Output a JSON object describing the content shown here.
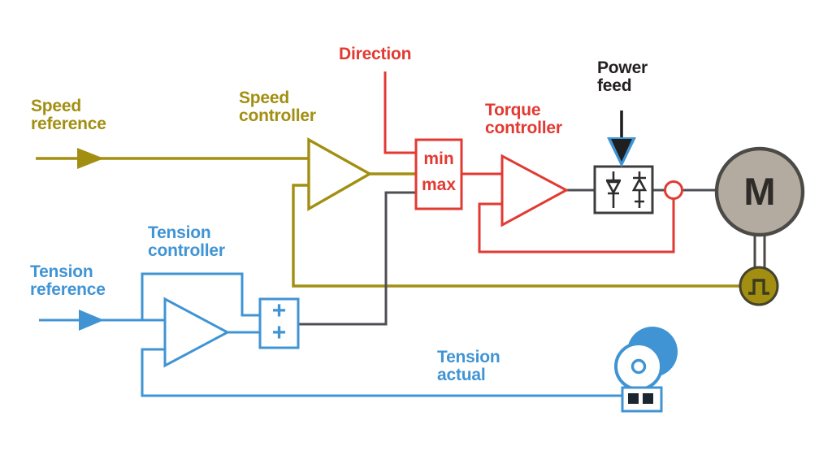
{
  "diagram": {
    "labels": {
      "speed_reference": "Speed\nreference",
      "speed_controller": "Speed\ncontroller",
      "direction": "Direction",
      "min": "min",
      "max": "max",
      "torque_controller": "Torque\ncontroller",
      "power_feed": "Power\nfeed",
      "motor": "M",
      "tension_controller": "Tension\ncontroller",
      "tension_reference": "Tension\nreference",
      "tension_actual": "Tension\nactual",
      "sum_plus_top": "+",
      "sum_plus_bottom": "+"
    },
    "colors": {
      "olive": "#a28f12",
      "red": "#e23a32",
      "blue": "#4094d4",
      "line": "#4e4f54",
      "ink": "#231f20",
      "motor-fill": "#b4aba0",
      "motor-stroke": "#4b4a47",
      "motor-letter": "#2f2b28",
      "tacho-border": "#45432a",
      "tacho-glyph": "#3b3a22",
      "sensor-dark": "#1c2630",
      "arrow-black": "#1f1f1f"
    }
  }
}
